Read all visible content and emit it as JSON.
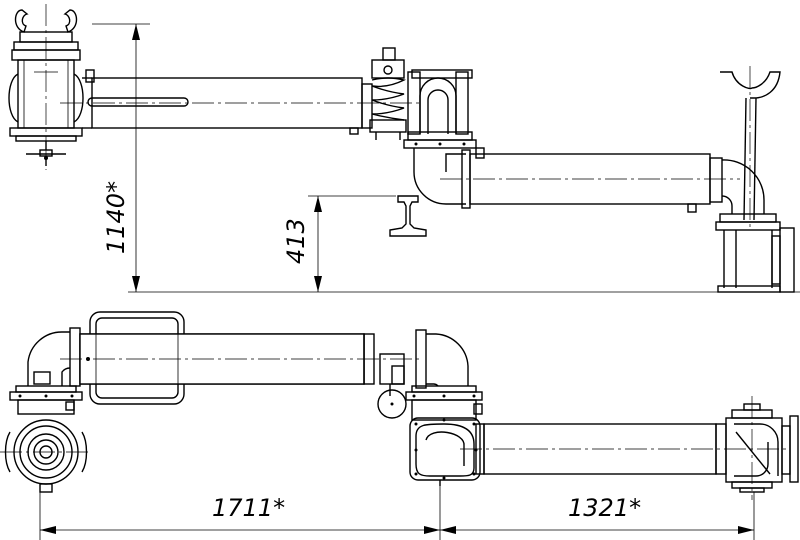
{
  "dimensions": {
    "height_total": "1140*",
    "height_rail": "413",
    "length_first_arm": "1711*",
    "length_second_arm": "1321*"
  }
}
